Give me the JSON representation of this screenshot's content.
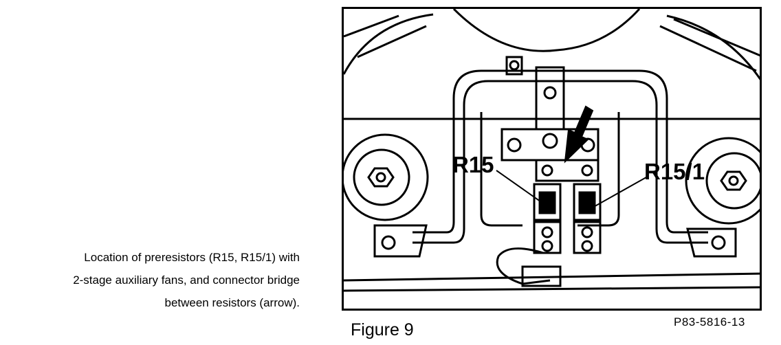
{
  "caption": {
    "lines": [
      "Location of preresistors (R15, R15/1) with",
      "2-stage auxiliary fans, and connector bridge",
      "between resistors (arrow)."
    ]
  },
  "figure": {
    "label": "Figure 9",
    "code": "P83-5816-13",
    "callouts": {
      "left_resistor": "R15",
      "right_resistor": "R15/1"
    }
  }
}
